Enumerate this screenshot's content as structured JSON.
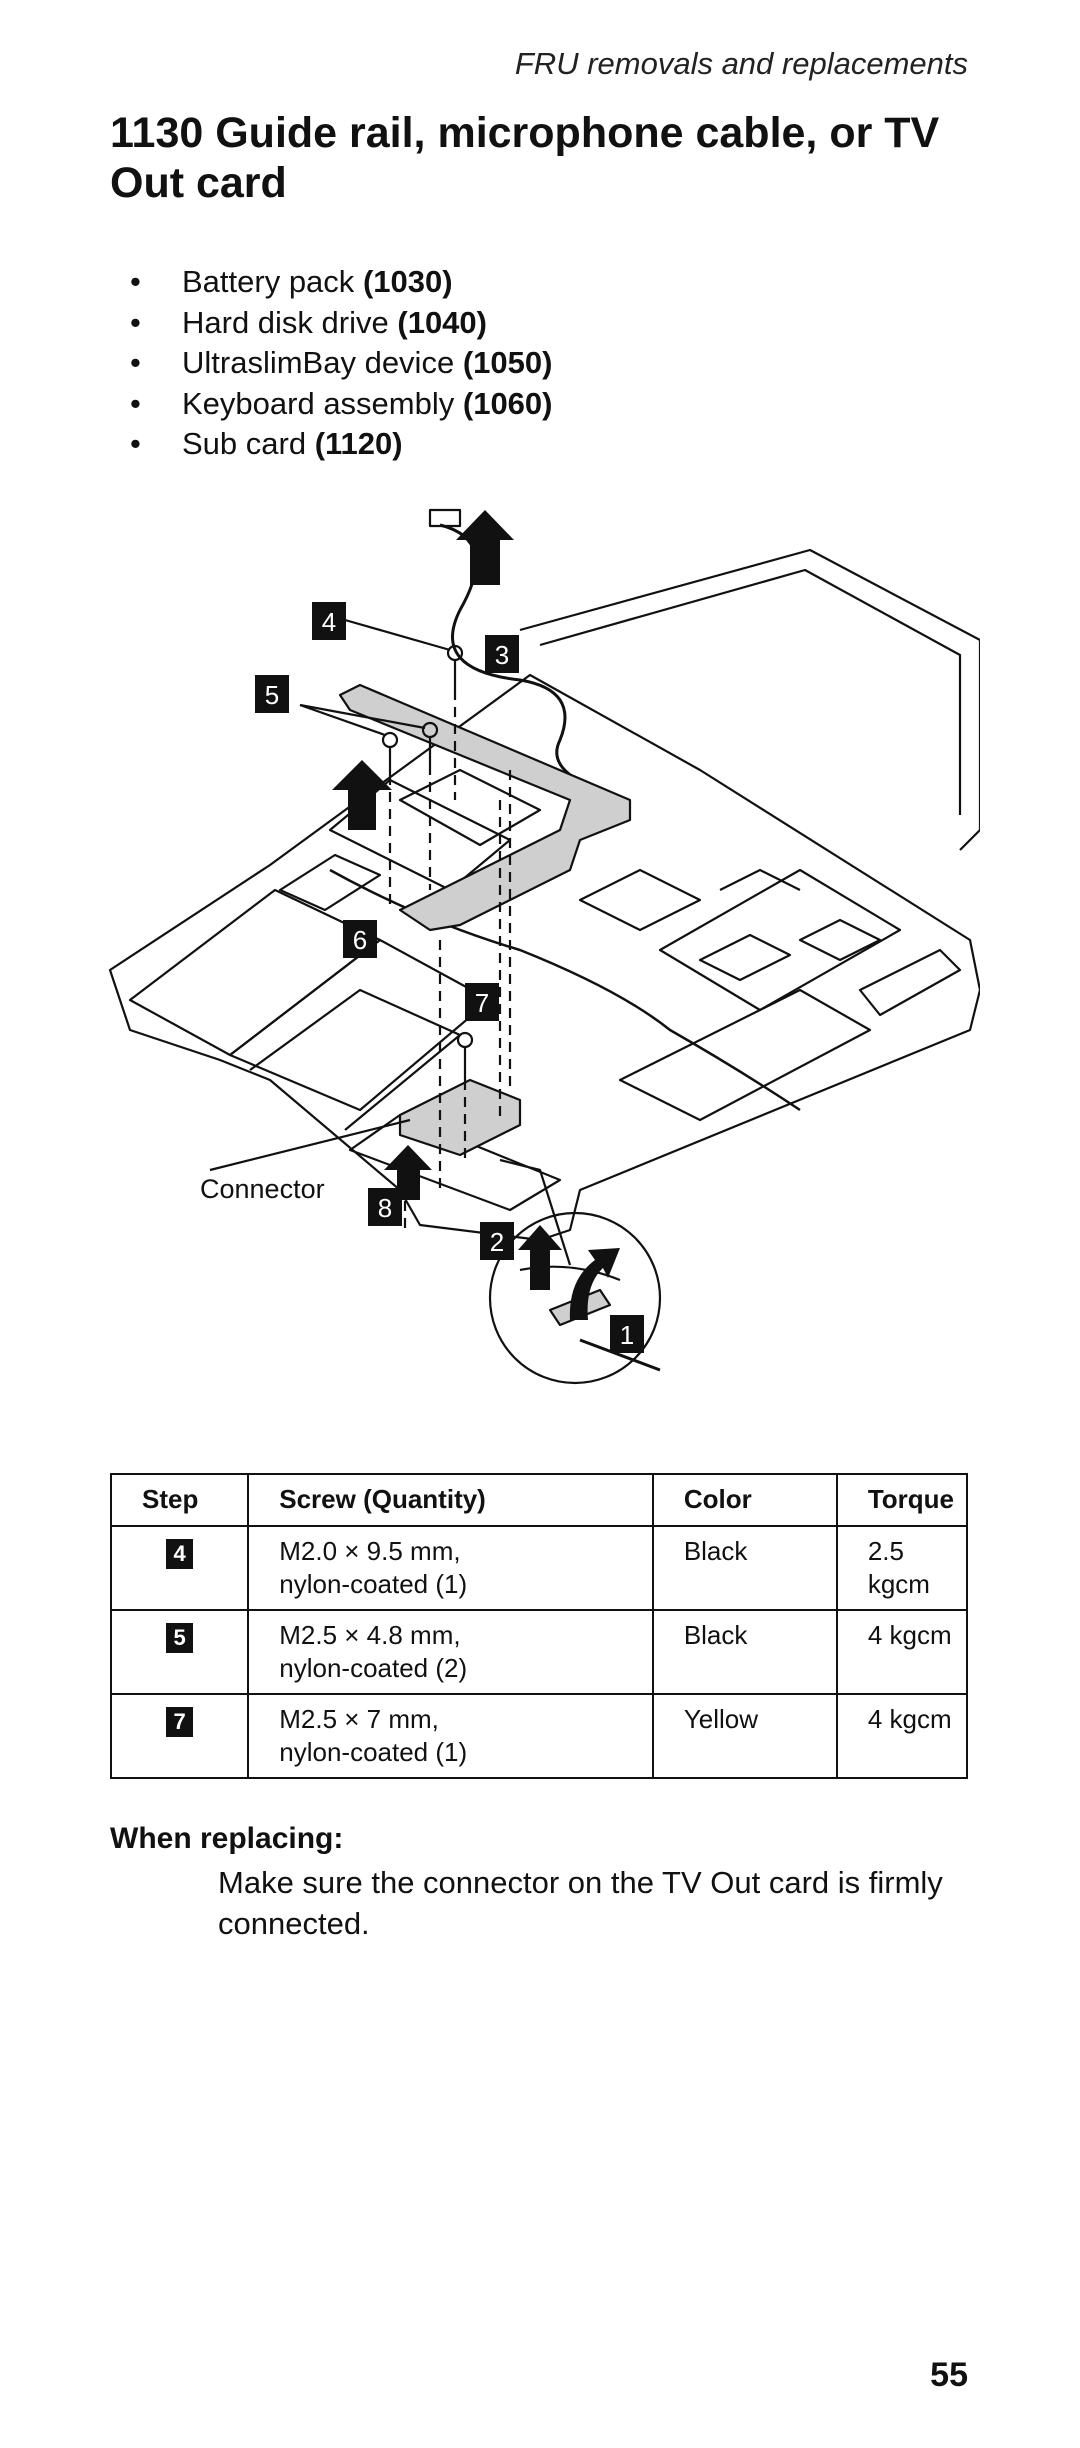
{
  "running_head": "FRU removals and replacements",
  "title": "1130  Guide rail, microphone cable, or TV Out card",
  "prerequisites": [
    {
      "label": "Battery pack",
      "ref": "(1030)"
    },
    {
      "label": "Hard disk drive",
      "ref": "(1040)"
    },
    {
      "label": "UltraslimBay device",
      "ref": "(1050)"
    },
    {
      "label": "Keyboard assembly",
      "ref": "(1060)"
    },
    {
      "label": "Sub card",
      "ref": "(1120)"
    }
  ],
  "figure": {
    "callouts": [
      "1",
      "2",
      "3",
      "4",
      "5",
      "6",
      "7",
      "8"
    ],
    "connector_label": "Connector"
  },
  "screw_table": {
    "headers": {
      "step": "Step",
      "screw": "Screw (Quantity)",
      "color": "Color",
      "torque": "Torque"
    },
    "rows": [
      {
        "step": "4",
        "screw_line1": "M2.0 × 9.5 mm,",
        "screw_line2": "nylon-coated (1)",
        "color": "Black",
        "torque": "2.5 kgcm"
      },
      {
        "step": "5",
        "screw_line1": "M2.5 × 4.8 mm,",
        "screw_line2": "nylon-coated (2)",
        "color": "Black",
        "torque": "4 kgcm"
      },
      {
        "step": "7",
        "screw_line1": "M2.5 × 7 mm,",
        "screw_line2": "nylon-coated (1)",
        "color": "Yellow",
        "torque": "4 kgcm"
      }
    ]
  },
  "note": {
    "heading": "When replacing:",
    "body": "Make sure the connector on the TV Out card is firmly connected."
  },
  "page_number": "55"
}
